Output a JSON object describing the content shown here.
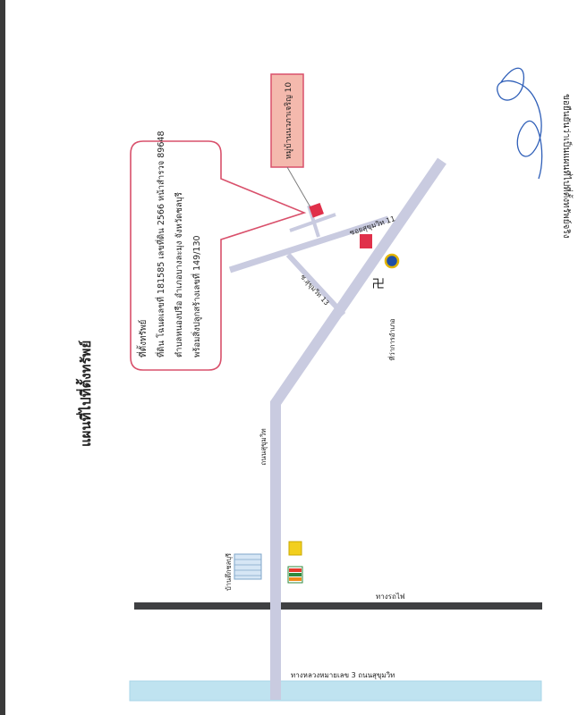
{
  "page": {
    "title": "แผนที่ไปที่ตั้งทรัพย์"
  },
  "callout": {
    "line1": "ที่ตั้งทรัพย์",
    "line2": "ที่ดิน โฉนดเลขที่ 181585 เลขที่ดิน 2566 หน้าสำรวจ 89648",
    "line3": "ตำบลหนองปรือ อำเภอบางละมุง จังหวัดชลบุรี",
    "line4": "พร้อมสิ่งปลูกสร้างเลขที่ 149/130"
  },
  "village": {
    "label": "หมู่บ้านนวภาเจริญ 10"
  },
  "roads": {
    "soi_sukhumvit": "ซอยสุขุมวิท 11",
    "road_sukhumvit": "ถนนสุขุมวิท",
    "soi_branch": "ซ.สุขุมวิท 13",
    "railway": "ทางรถไฟ",
    "highway": "ทางหลวงหมายเลข 3 ถนนสุขุมวิท"
  },
  "landmarks": {
    "temple": "ที่ว่าการอำเภอ",
    "tower": "บ้านตึกชลบุรี"
  },
  "certification": {
    "text": "ขอยืนยันว่าเป็นแผนที่ไปที่ตั้งทรัพย์จริง"
  },
  "colors": {
    "road": "#c9cbe0",
    "road_edge": "#b9bcd6",
    "callout_border": "#d9506b",
    "village_fill": "#f4b9ad",
    "village_border": "#d9506b",
    "railway": "#3f4042",
    "highway": "#bfe3f0",
    "marker": "#e0304a",
    "signature": "#2f5fb8"
  }
}
